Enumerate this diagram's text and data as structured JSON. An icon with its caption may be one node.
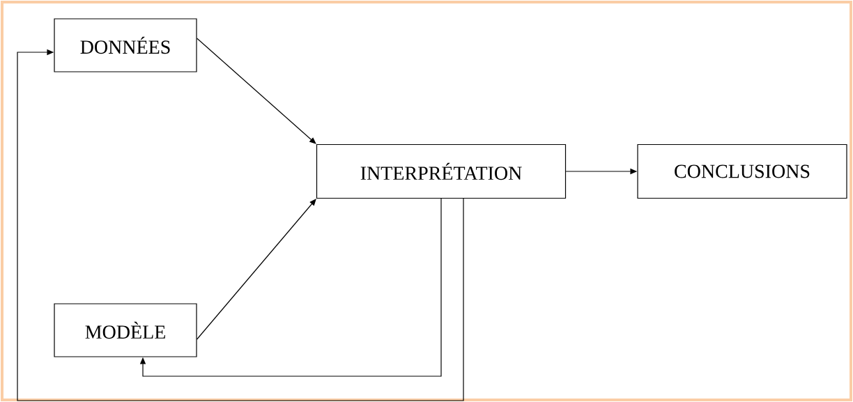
{
  "diagram": {
    "nodes": [
      {
        "text": [
          "DONNÉES"
        ]
      },
      {
        "text": [
          "MODÈLE"
        ]
      },
      {
        "text": [
          "INTERPRÉTATION"
        ]
      },
      {
        "text": [
          "CONCLUSIONS"
        ]
      }
    ],
    "edges": [
      {
        "from": 0,
        "to": 2,
        "arrow": "to"
      },
      {
        "from": 1,
        "to": 2,
        "arrow": "to"
      },
      {
        "from": 2,
        "to": 3,
        "arrow": "to"
      },
      {
        "from": 2,
        "to": 1,
        "arrow": "to"
      },
      {
        "from": 2,
        "to": 0,
        "arrow": "to"
      }
    ]
  }
}
